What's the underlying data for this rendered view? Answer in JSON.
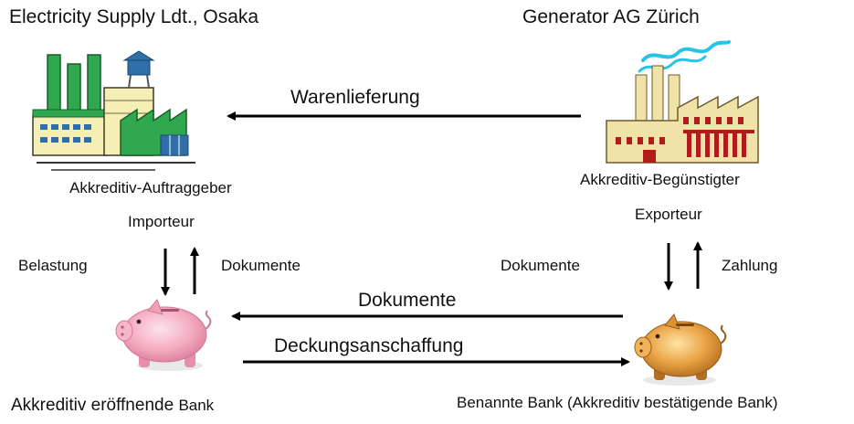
{
  "parties": {
    "importer_company": "Electricity Supply Ldt., Osaka",
    "exporter_company": "Generator AG Zürich",
    "importer_role": "Akkreditiv-Auftraggeber",
    "importer_label": "Importeur",
    "exporter_role": "Akkreditiv-Begünstigter",
    "exporter_label": "Exporteur",
    "issuing_bank_prefix": "Akkreditiv eröffnende",
    "issuing_bank_suffix": "Bank",
    "nominated_bank": "Benannte Bank (Akkreditiv bestätigende Bank)"
  },
  "flows": {
    "goods_delivery": "Warenlieferung",
    "documents_between_banks": "Dokumente",
    "cover_transfer": "Deckungsanschaffung",
    "debit": "Belastung",
    "documents_to_importer": "Dokumente",
    "documents_from_exporter": "Dokumente",
    "payment": "Zahlung"
  },
  "icons": {
    "importer_factory": "green-factory-icon",
    "exporter_factory": "red-factory-icon",
    "issuing_bank": "pink-piggy-bank-icon",
    "nominated_bank": "gold-piggy-bank-icon"
  },
  "colors": {
    "factory_green": "#2fa84f",
    "factory_cream": "#f6efb5",
    "factory_red": "#b01b1b",
    "factory_blue": "#2f6fa8",
    "smoke_cyan": "#27c4e8",
    "piggy_pink": "#f4a9c0",
    "piggy_gold": "#e39a3d",
    "arrow": "#000000"
  }
}
